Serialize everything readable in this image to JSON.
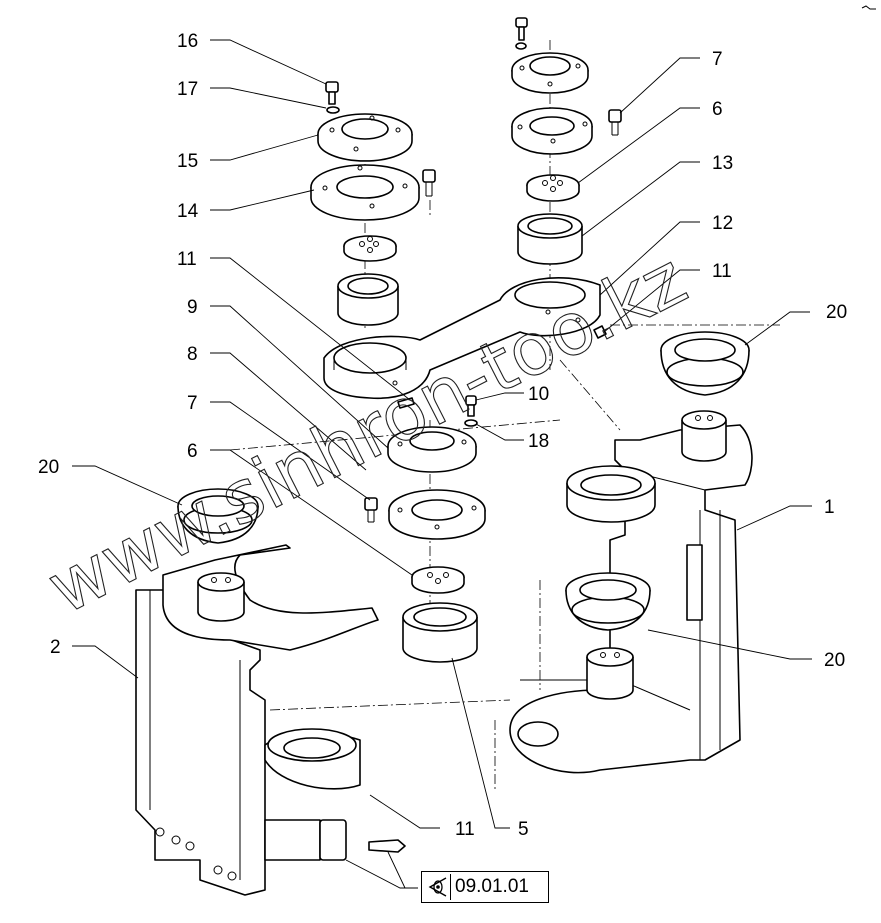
{
  "diagram": {
    "callouts": {
      "c16": "16",
      "c17": "17",
      "c15": "15",
      "c14": "14",
      "c11a": "11",
      "c9": "9",
      "c8": "8",
      "c7a": "7",
      "c6a": "6",
      "c20a": "20",
      "c2": "2",
      "c7b": "7",
      "c6b": "6",
      "c13": "13",
      "c12": "12",
      "c11b": "11",
      "c20b": "20",
      "c10": "10",
      "c18": "18",
      "c1": "1",
      "c20c": "20",
      "c11c": "11",
      "c5": "5"
    },
    "reference": {
      "text": "09.01.01",
      "icon": "eye-icon"
    },
    "watermark": {
      "text": "www.sinhron-too.kz"
    }
  }
}
